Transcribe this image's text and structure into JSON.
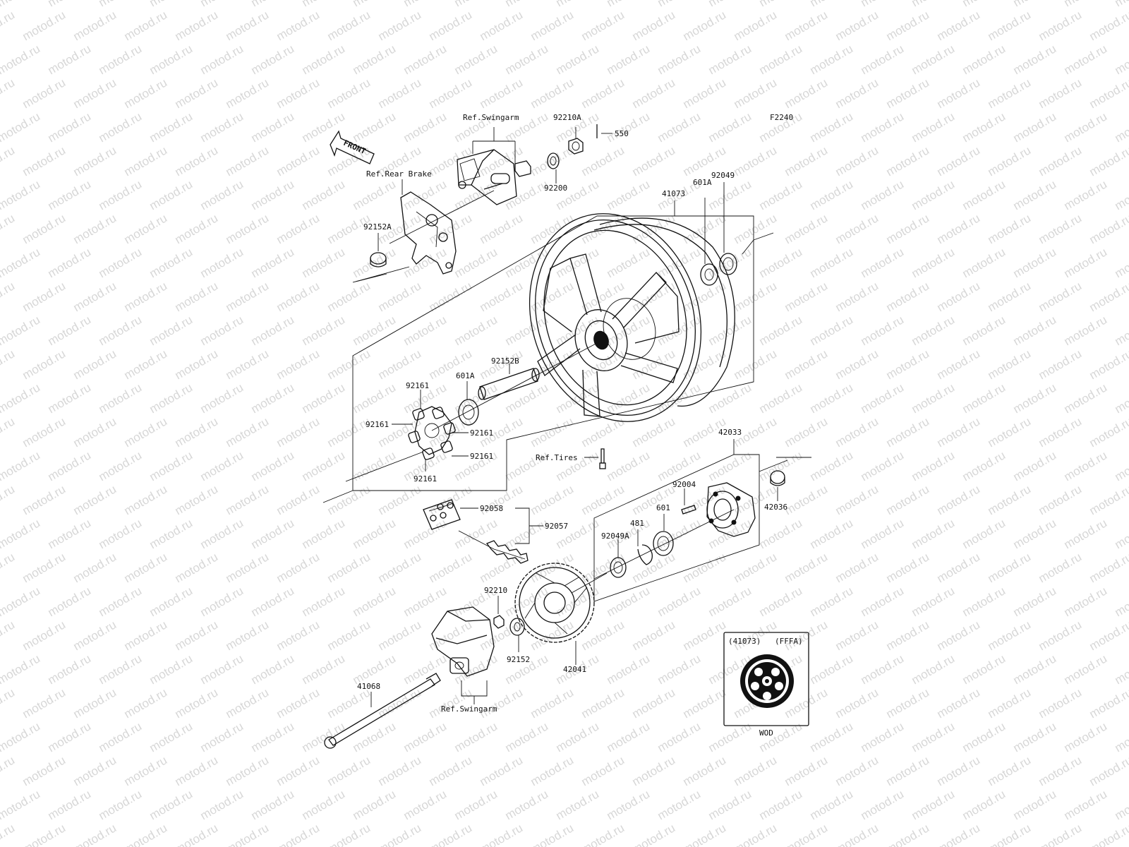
{
  "diagram": {
    "figure_code": "F2240",
    "watermark_text": "motod.ru",
    "front_arrow_text": "FRONT",
    "inset": {
      "title_left": "(41073)",
      "title_right": "(FFFA)",
      "caption": "WOD"
    },
    "labels": {
      "ref_swingarm_top": "Ref.Swingarm",
      "ref_swingarm_bottom": "Ref.Swingarm",
      "ref_rear_brake": "Ref.Rear Brake",
      "ref_tires": "Ref.Tires",
      "p92210A": "92210A",
      "p550": "550",
      "p92200": "92200",
      "p92152A": "92152A",
      "p41073": "41073",
      "p601A_right": "601A",
      "p92049": "92049",
      "p92152B": "92152B",
      "p601A_left": "601A",
      "p92161_a": "92161",
      "p92161_b": "92161",
      "p92161_c": "92161",
      "p92161_d": "92161",
      "p92161_e": "92161",
      "p42033": "42033",
      "p92004": "92004",
      "p42036": "42036",
      "p601": "601",
      "p481": "481",
      "p92049A": "92049A",
      "p92058": "92058",
      "p92057": "92057",
      "p92210": "92210",
      "p92152": "92152",
      "p42041": "42041",
      "p41068": "41068"
    }
  }
}
